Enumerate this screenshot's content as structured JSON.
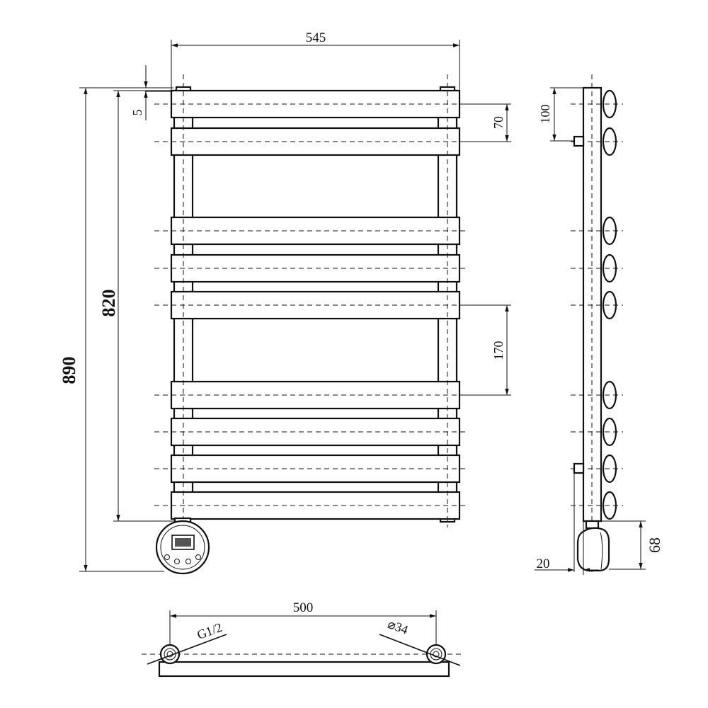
{
  "dimensions": {
    "overall_width": "545",
    "pipe_centres": "500",
    "overall_height": "890",
    "rail_height": "820",
    "top_offset": "5",
    "rail_pitch": "70",
    "gap_height": "170",
    "depth_100": "100",
    "element_68": "68",
    "wall_20": "20",
    "thread": "G1/2",
    "pipe_diameter": "⌀34"
  },
  "colors": {
    "line": "#111111",
    "background": "#ffffff"
  }
}
